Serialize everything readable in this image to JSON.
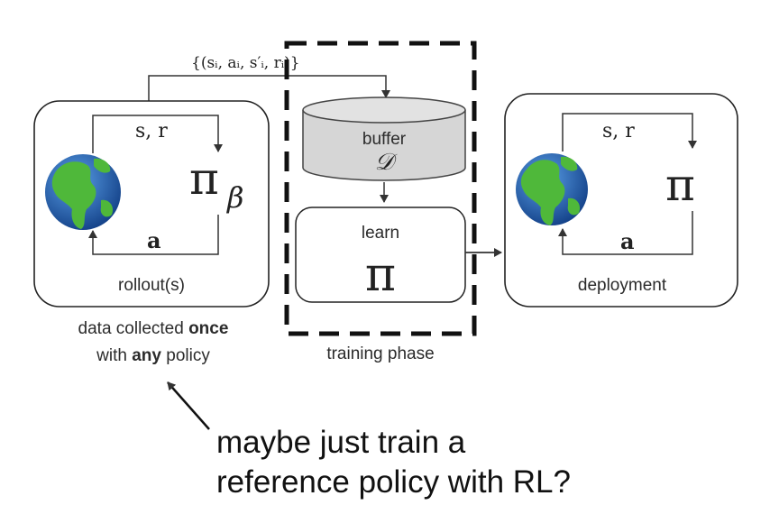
{
  "top_tuple": "{(sᵢ, aᵢ, s′ᵢ, rᵢ)}",
  "left_panel": {
    "state_reward": "s, r",
    "policy_symbol": "π",
    "policy_subscript": "β",
    "action": "a",
    "caption": "rollout(s)"
  },
  "buffer": {
    "label": "buffer",
    "symbol": "𝒟"
  },
  "learn_box": {
    "label": "learn",
    "symbol": "π"
  },
  "training_caption": "training phase",
  "right_panel": {
    "state_reward": "s, r",
    "policy_symbol": "π",
    "action": "a",
    "caption": "deployment"
  },
  "data_note": {
    "line1_prefix": "data collected ",
    "line1_bold": "once",
    "line2_prefix": "with ",
    "line2_bold": "any",
    "line2_suffix": " policy"
  },
  "annotation": {
    "line1": "maybe just train a",
    "line2": "reference policy with RL?"
  },
  "colors": {
    "ocean": "#1f5fb0",
    "land": "#4fb83a",
    "buffer_fill": "#d6d6d6",
    "dashed_box": "#111111"
  }
}
